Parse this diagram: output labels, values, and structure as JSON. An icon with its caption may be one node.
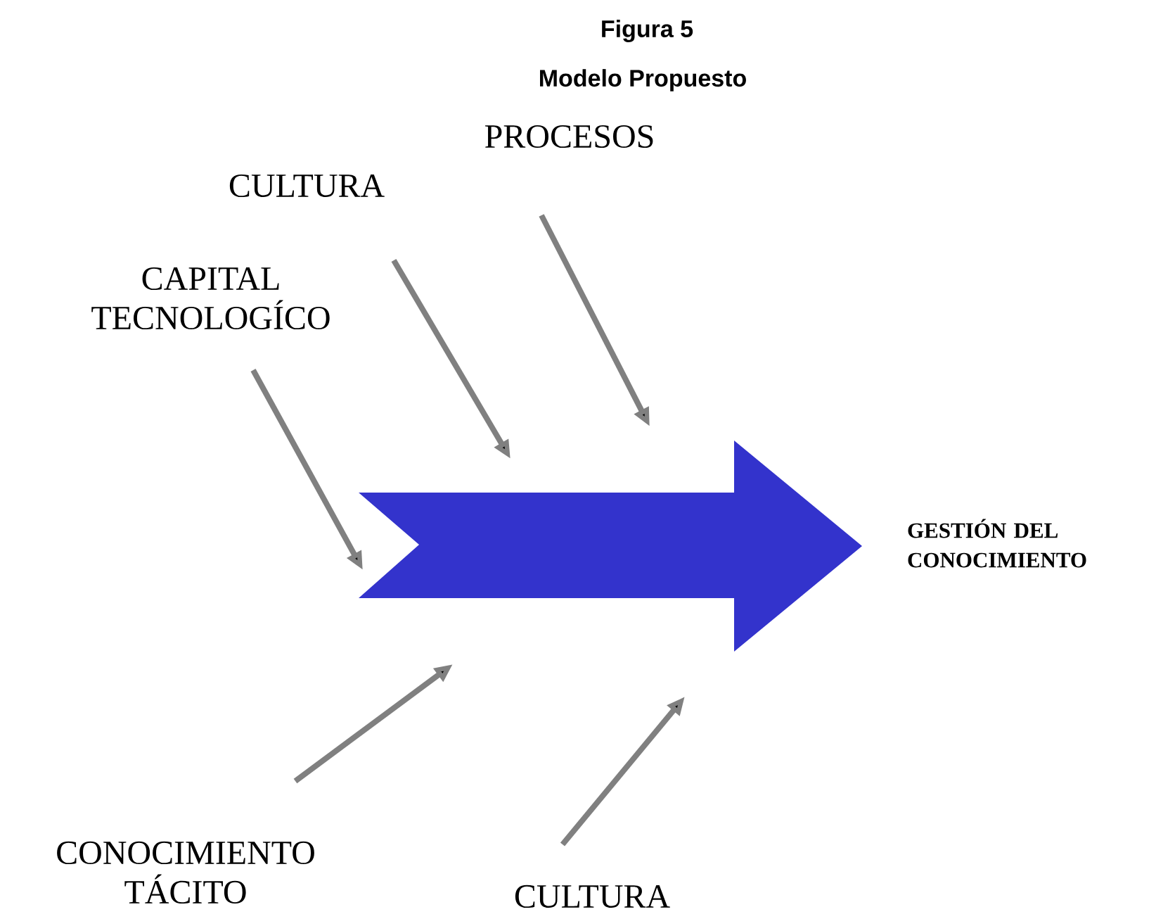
{
  "diagram": {
    "title": "Figura 5",
    "nodes": [
      {
        "text": [],
        "shape": "arrow"
      },
      {
        "text": [
          "PROCESOS"
        ]
      },
      {
        "text": [
          "CULTURA"
        ]
      },
      {
        "text": [
          "CAPITAL TECNOLOGÍCO"
        ]
      },
      {
        "text": [
          "CONOCIMIENTO TÁCITO"
        ]
      },
      {
        "text": [
          "CULTURA"
        ]
      },
      {
        "text": [
          "GESTIÓN DEL CONOCIMIENTO"
        ]
      }
    ],
    "edges": [
      {
        "from": 1,
        "to": 0,
        "arrow": "to"
      },
      {
        "from": 2,
        "to": 0,
        "arrow": "to"
      },
      {
        "from": 3,
        "to": 0,
        "arrow": "to"
      },
      {
        "from": 4,
        "to": 0,
        "arrow": "to"
      },
      {
        "from": 5,
        "to": 0,
        "arrow": "to"
      }
    ],
    "labels": [
      "Modelo Propuesto"
    ]
  }
}
